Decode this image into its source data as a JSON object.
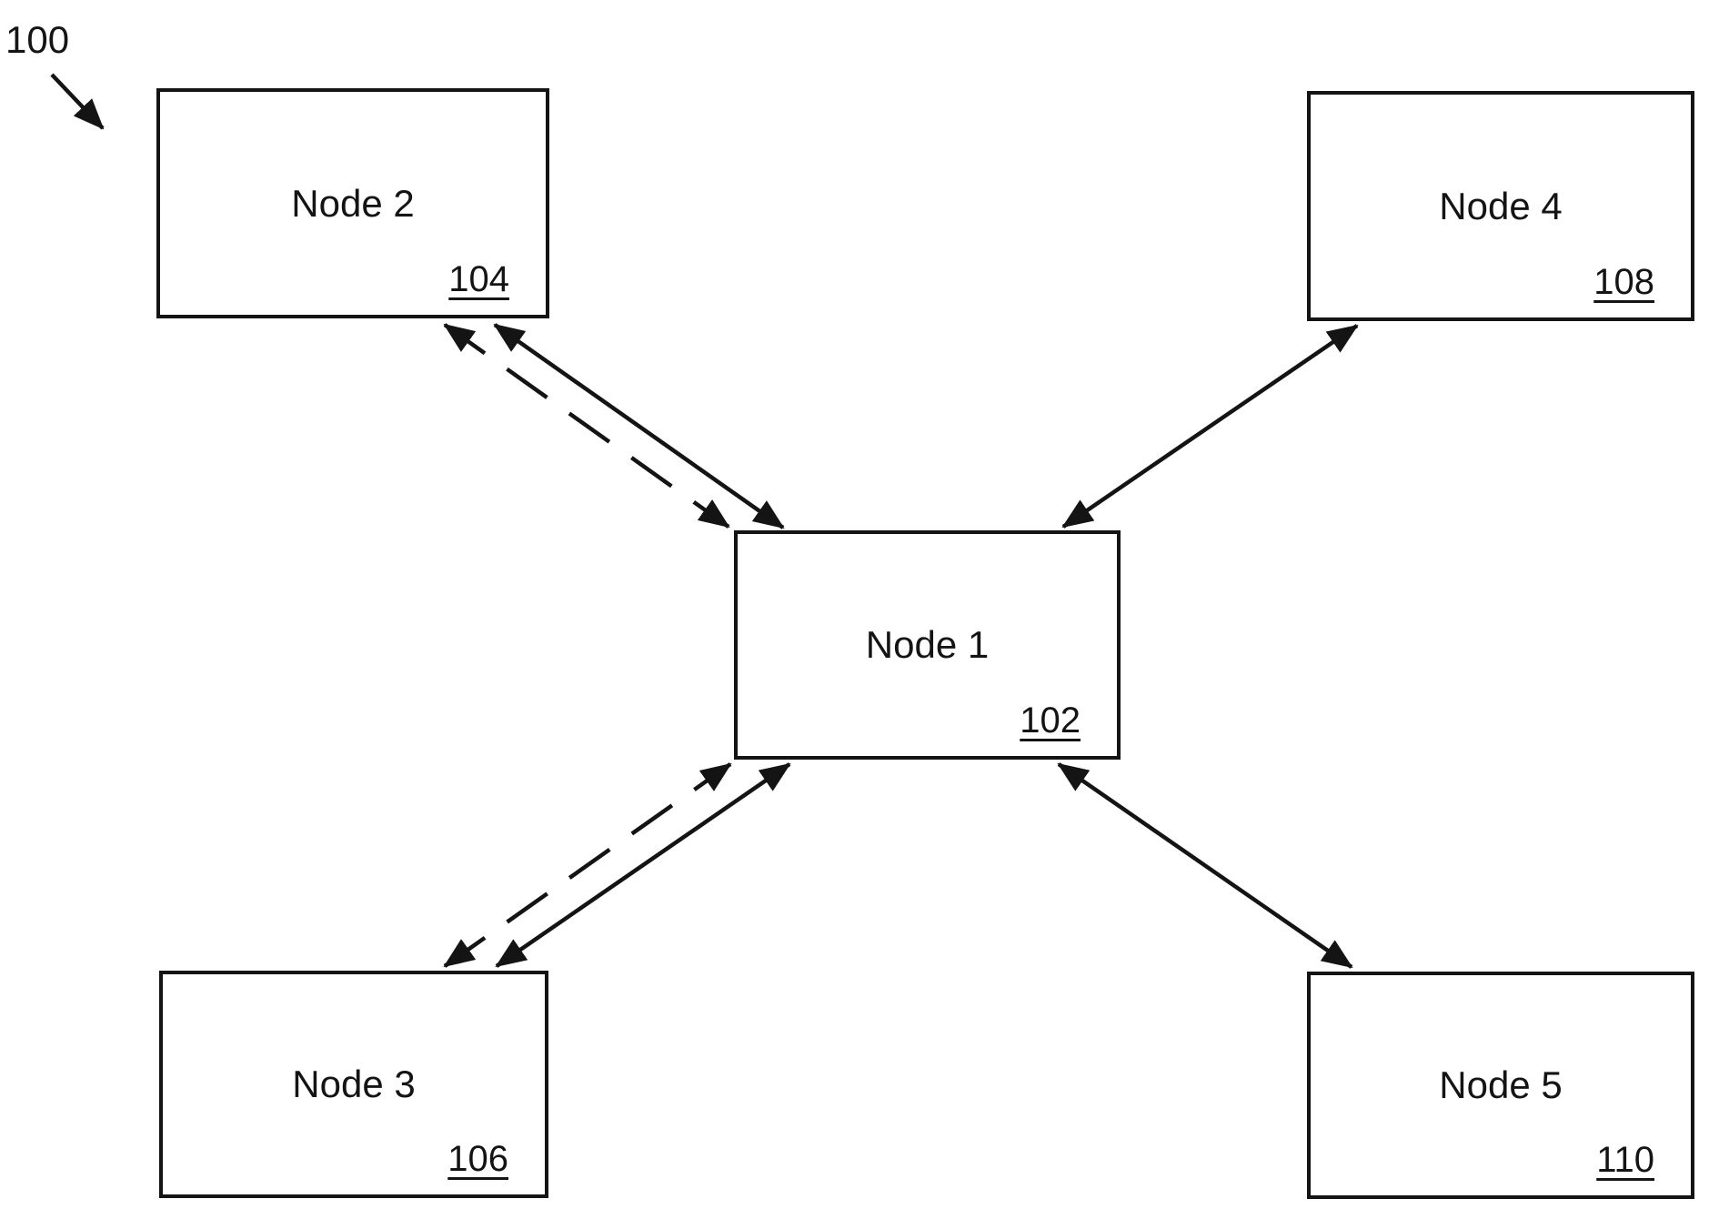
{
  "figure": {
    "reference_label": "100"
  },
  "nodes": [
    {
      "id": "node1",
      "label": "Node 1",
      "ref": "102"
    },
    {
      "id": "node2",
      "label": "Node 2",
      "ref": "104"
    },
    {
      "id": "node3",
      "label": "Node 3",
      "ref": "106"
    },
    {
      "id": "node4",
      "label": "Node 4",
      "ref": "108"
    },
    {
      "id": "node5",
      "label": "Node 5",
      "ref": "110"
    }
  ],
  "connections": [
    {
      "from": "Node 2",
      "to": "Node 1",
      "line_style": "dashed",
      "arrows": "both-ends"
    },
    {
      "from": "Node 2",
      "to": "Node 1",
      "line_style": "solid",
      "arrows": "both-ends"
    },
    {
      "from": "Node 3",
      "to": "Node 1",
      "line_style": "dashed",
      "arrows": "both-ends"
    },
    {
      "from": "Node 3",
      "to": "Node 1",
      "line_style": "solid",
      "arrows": "both-ends"
    },
    {
      "from": "Node 4",
      "to": "Node 1",
      "line_style": "solid",
      "arrows": "both-ends"
    },
    {
      "from": "Node 5",
      "to": "Node 1",
      "line_style": "solid",
      "arrows": "both-ends"
    }
  ],
  "colors": {
    "ink": "#141414",
    "background": "#ffffff"
  }
}
